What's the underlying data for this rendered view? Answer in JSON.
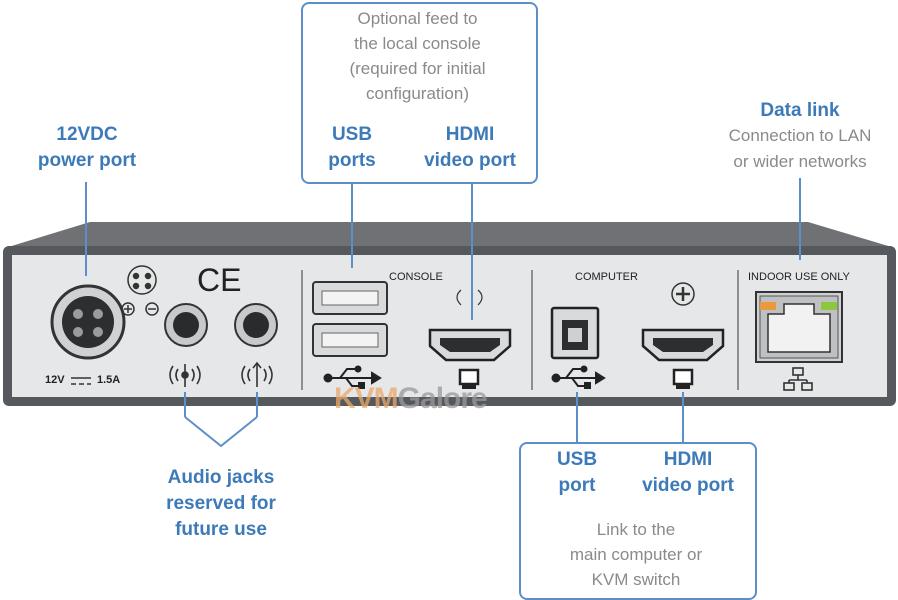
{
  "labels": {
    "power": "12VDC\npower port",
    "audio": "Audio jacks\nreserved for\nfuture use",
    "console_note": "Optional feed to\nthe local console\n(required for initial\nconfiguration)",
    "console_usb": "USB\nports",
    "console_hdmi": "HDMI\nvideo port",
    "datalink_title": "Data link",
    "datalink_desc": "Connection to LAN\nor wider networks",
    "computer_usb": "USB\nport",
    "computer_hdmi": "HDMI\nvideo port",
    "computer_note": "Link to the\nmain computer or\nKVM switch"
  },
  "panel": {
    "console": "CONSOLE",
    "computer": "COMPUTER",
    "indoor": "INDOOR USE ONLY",
    "voltage": "12V",
    "current": "1.5A",
    "ce": "CE"
  },
  "watermark": {
    "part1": "KVM",
    "part2": "Galore"
  }
}
